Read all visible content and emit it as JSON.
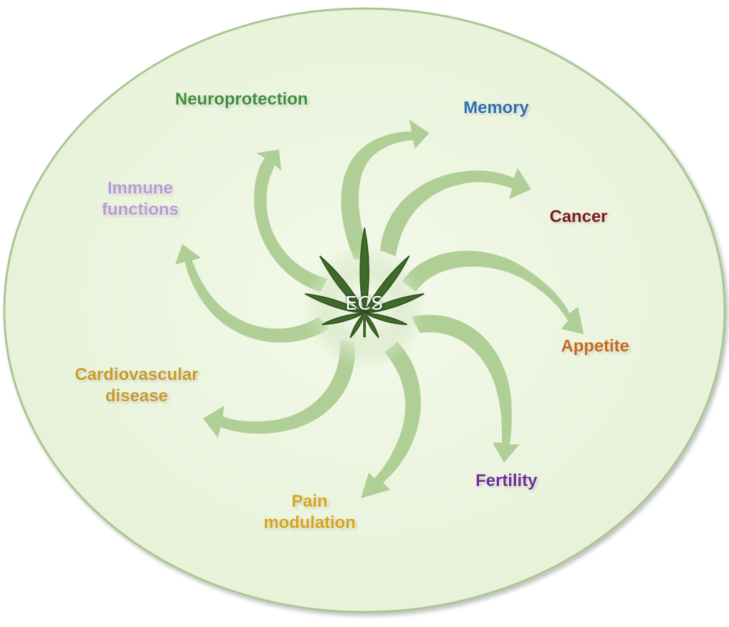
{
  "center": {
    "label": "ECS",
    "icon": "cannabis-leaf-icon"
  },
  "colors": {
    "background": "#eef7e1",
    "border": "#a8c793",
    "arrow": "#a9cb8f",
    "leaf": "#3f6a2a"
  },
  "functions": [
    {
      "id": "neuroprotection",
      "lines": [
        "Neuroprotection"
      ],
      "color": "#3f8e3a"
    },
    {
      "id": "memory",
      "lines": [
        "Memory"
      ],
      "color": "#2f6fae"
    },
    {
      "id": "cancer",
      "lines": [
        "Cancer"
      ],
      "color": "#7a1a1a"
    },
    {
      "id": "appetite",
      "lines": [
        "Appetite"
      ],
      "color": "#c46a1c"
    },
    {
      "id": "fertility",
      "lines": [
        "Fertility"
      ],
      "color": "#6a2f96"
    },
    {
      "id": "pain-modulation",
      "lines": [
        "Pain",
        "modulation"
      ],
      "color": "#d6a51c"
    },
    {
      "id": "cardiovascular-disease",
      "lines": [
        "Cardiovascular",
        "disease"
      ],
      "color": "#c59b2a"
    },
    {
      "id": "immune-functions",
      "lines": [
        "Immune",
        "functions"
      ],
      "color": "#b99ad6"
    }
  ]
}
